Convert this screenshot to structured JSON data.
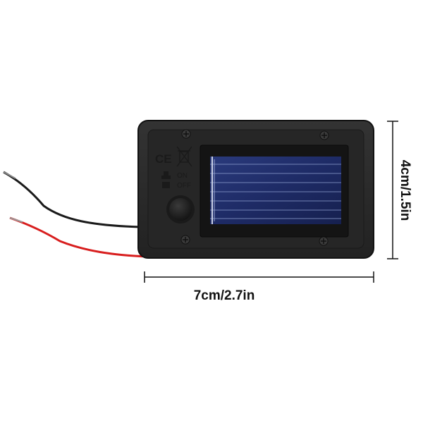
{
  "dimensions": {
    "width_label": "7cm/2.7in",
    "height_label": "4cm/1.5in"
  },
  "product": {
    "markings": {
      "ce": "CE",
      "on": "ON",
      "off": "OFF"
    }
  },
  "colors": {
    "housing": "#2b2b2b",
    "panel_frame": "#141414",
    "solar_cells": "#22306b",
    "wire_black": "#1a1a1a",
    "wire_red": "#d81e1e"
  }
}
